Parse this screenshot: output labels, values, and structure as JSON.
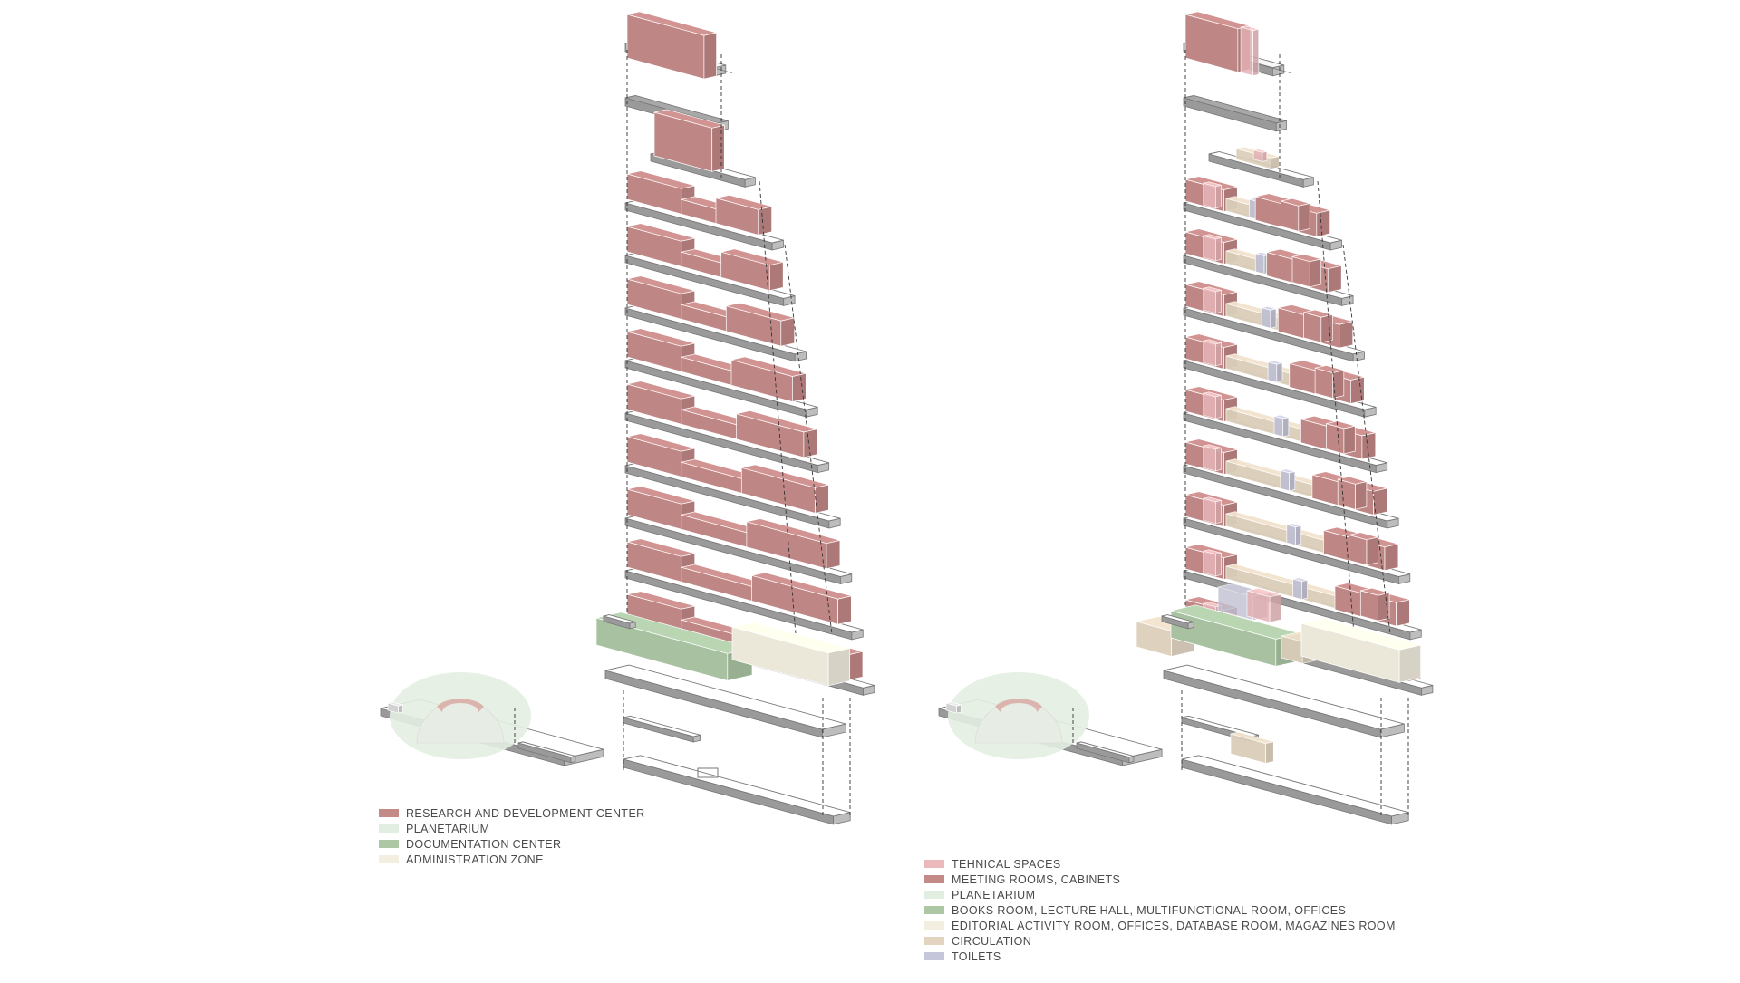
{
  "colors": {
    "research": "#c48a88",
    "technical": "#ebb8bb",
    "planetarium": "#e3eee2",
    "documentation": "#adc7a5",
    "administration": "#f3efe0",
    "circulation": "#e2d4bf",
    "toilets": "#c6c6da",
    "slab_edge": "#8c8c8c"
  },
  "diagrams": [
    {
      "id": "functional-zones",
      "legend": [
        {
          "label": "RESEARCH AND DEVELOPMENT CENTER",
          "color": "#c48a88"
        },
        {
          "label": "PLANETARIUM",
          "color": "#e3eee2"
        },
        {
          "label": "DOCUMENTATION CENTER",
          "color": "#adc7a5"
        },
        {
          "label": "ADMINISTRATION ZONE",
          "color": "#f3efe0"
        }
      ]
    },
    {
      "id": "room-program",
      "legend": [
        {
          "label": "TEHNICAL SPACES",
          "color": "#ebb8bb"
        },
        {
          "label": "MEETING ROOMS, CABINETS",
          "color": "#c48a88"
        },
        {
          "label": "PLANETARIUM",
          "color": "#e3eee2"
        },
        {
          "label": "BOOKS ROOM, LECTURE HALL, MULTIFUNCTIONAL ROOM, OFFICES",
          "color": "#adc7a5"
        },
        {
          "label": "EDITORIAL ACTIVITY ROOM, OFFICES, DATABASE ROOM, MAGAZINES ROOM",
          "color": "#f3efe0"
        },
        {
          "label": "CIRCULATION",
          "color": "#e2d4bf"
        },
        {
          "label": "TOILETS",
          "color": "#c6c6da"
        }
      ]
    }
  ]
}
